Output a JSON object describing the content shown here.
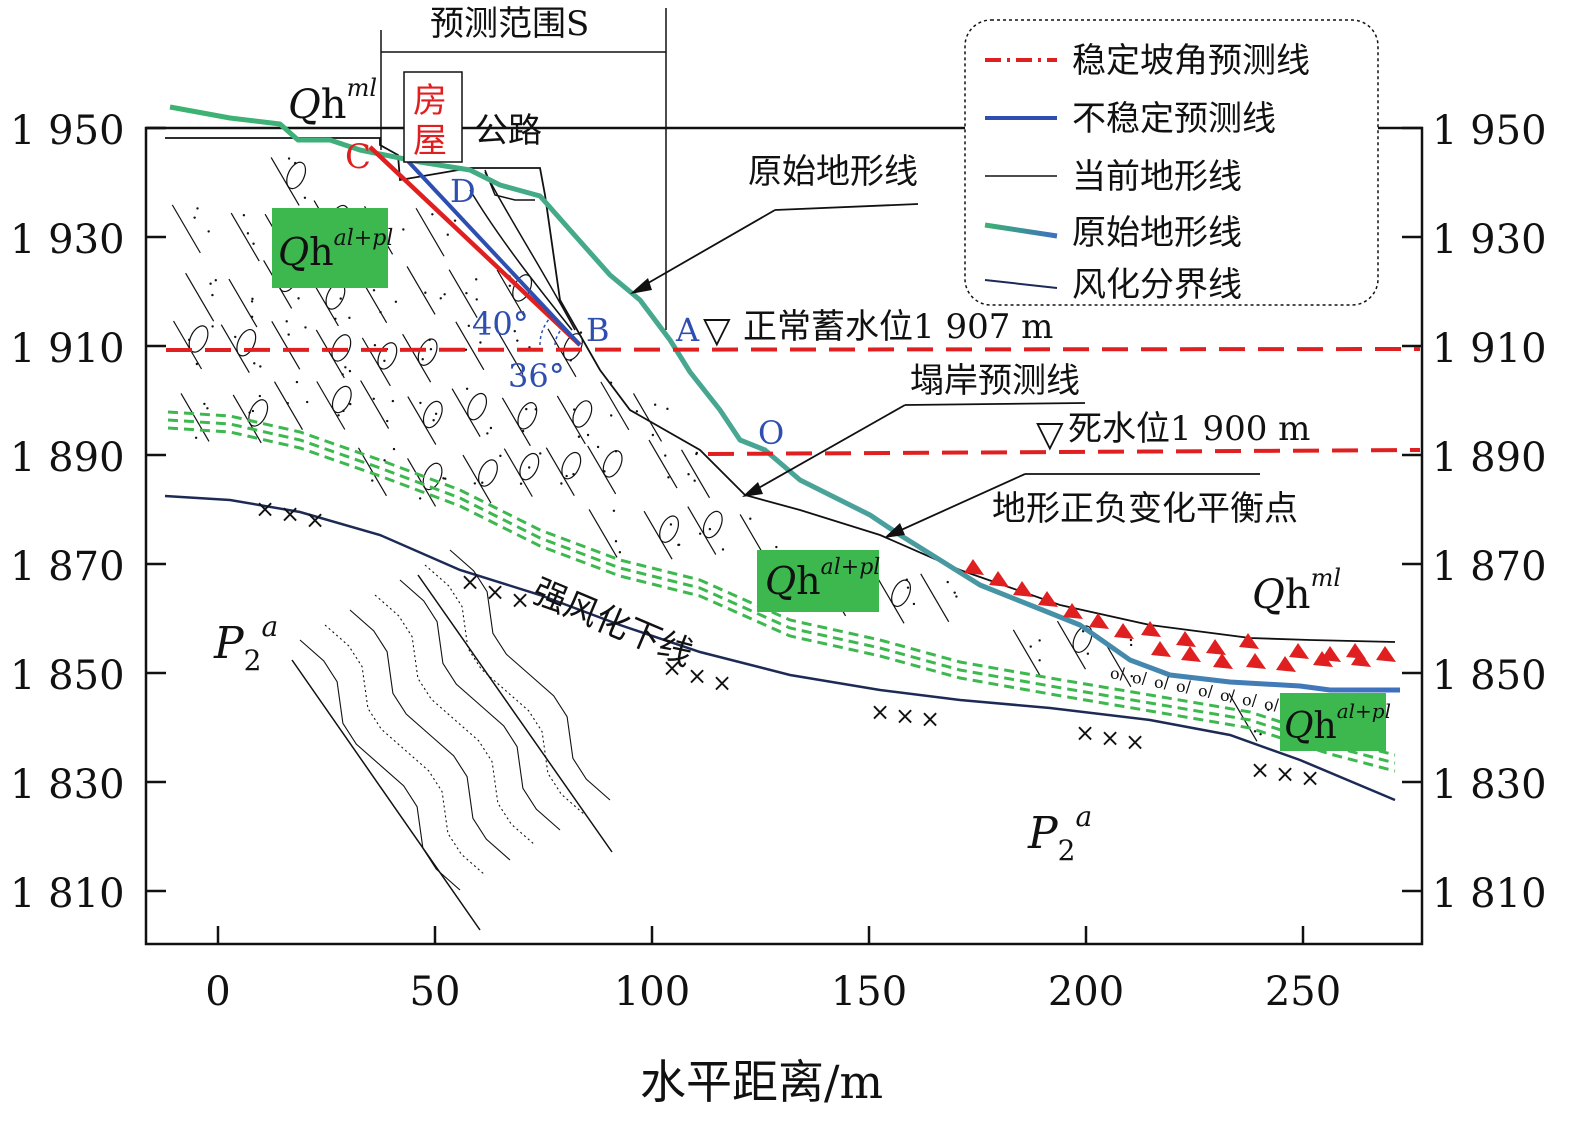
{
  "figure": {
    "x_axis_label": "水平距离/m",
    "x_ticks": [
      0,
      50,
      100,
      150,
      200,
      250
    ],
    "y_ticks": [
      "1 950",
      "1 930",
      "1 910",
      "1 890",
      "1 870",
      "1 850",
      "1 830",
      "1 810"
    ],
    "legend": [
      {
        "label": "稳定坡角预测线",
        "color": "#e02020",
        "style": "dash-dot"
      },
      {
        "label": "不稳定预测线",
        "color": "#2e4fb0",
        "style": "solid"
      },
      {
        "label": "当前地形线",
        "color": "#111111",
        "style": "thin"
      },
      {
        "label": "原始地形线",
        "color": "#3cb371",
        "style": "thick-gradient"
      },
      {
        "label": "风化分界线",
        "color": "#1d2a55",
        "style": "solid"
      }
    ],
    "labels": {
      "prediction_range": "预测范围S",
      "house_1": "房",
      "house_2": "屋",
      "road": "公路",
      "original_terrain": "原始地形线",
      "normal_water_level": "正常蓄水位1 907 m",
      "dead_water_level": "死水位1 900 m",
      "collapse_prediction": "塌岸预测线",
      "balance_point": "地形正负变化平衡点",
      "strong_weathering": "强风化下线",
      "angle_40": "40°",
      "angle_36": "36°",
      "pt_A": "A",
      "pt_B": "B",
      "pt_C": "C",
      "pt_D": "D",
      "pt_O": "O",
      "water_symbol": "▽"
    },
    "strata": {
      "qh_ml": {
        "base": "Q",
        "h": "h",
        "sup": "ml"
      },
      "qh_alpl": {
        "base": "Q",
        "h": "h",
        "sup": "al+pl"
      },
      "p2a": {
        "base": "P",
        "sub": "2",
        "sup": "a"
      }
    },
    "colors": {
      "stable_line": "#e02020",
      "unstable_line": "#2e4fb0",
      "original_terrain": "#3cb371",
      "weathering_line": "#1d2a55",
      "green_box": "#3cb84f",
      "green_dash": "#3cb84f",
      "water_line": "#e02020",
      "triangles": "#e02020"
    }
  }
}
